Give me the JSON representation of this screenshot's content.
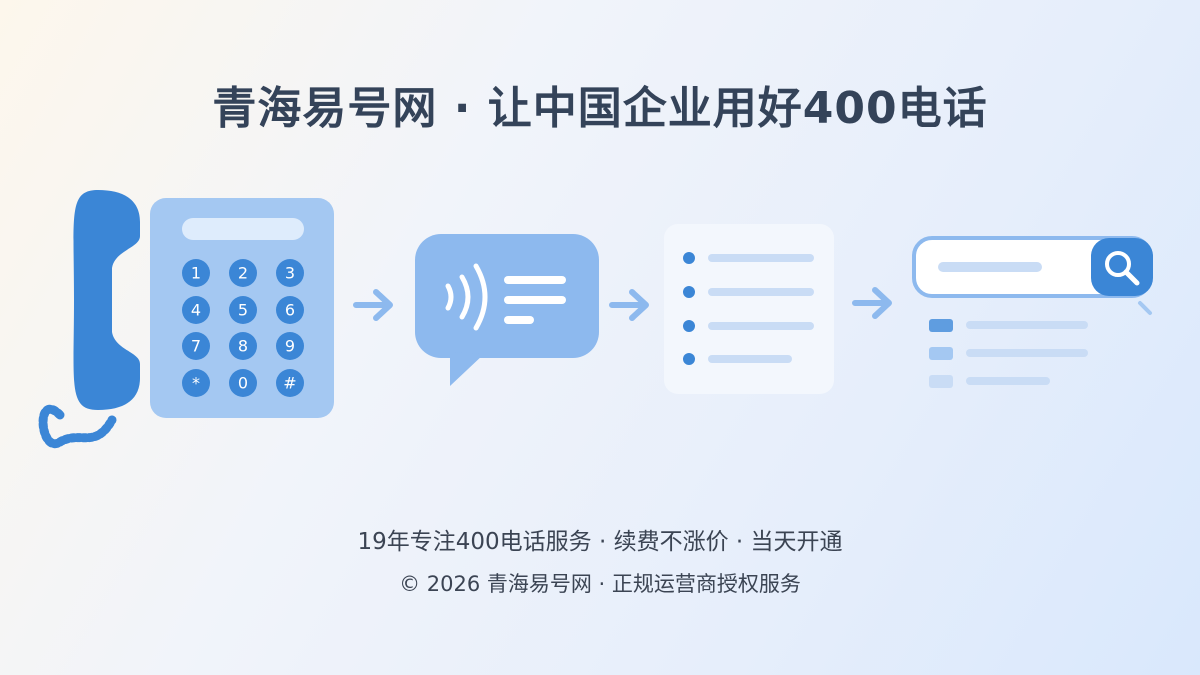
{
  "header": {
    "title": "青海易号网 · 让中国企业用好400电话"
  },
  "keypad": {
    "keys": [
      "1",
      "2",
      "3",
      "4",
      "5",
      "6",
      "7",
      "8",
      "9",
      "*",
      "0",
      "#"
    ]
  },
  "footer": {
    "tagline": "19年专注400电话服务 · 续费不涨价 · 当天开通",
    "copyright": "© 2026 青海易号网 · 正规运营商授权服务"
  },
  "icons": {
    "phone": "telephone-handset-icon",
    "keypad": "keypad-icon",
    "speech": "speech-bubble-signal-icon",
    "list": "list-document-icon",
    "search": "search-icon",
    "arrow": "arrow-right-icon"
  },
  "colors": {
    "handset": "#3b86d6",
    "keypad_body": "#a4c8f2",
    "key": "#3b86d6",
    "bubble": "#8db9ee",
    "title": "#344359",
    "text": "#3b4453"
  }
}
